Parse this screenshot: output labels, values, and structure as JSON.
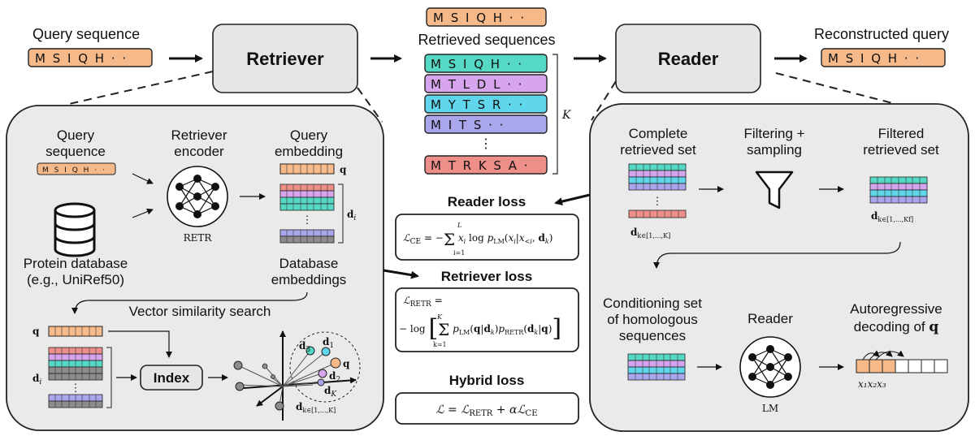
{
  "top": {
    "query_label": "Query sequence",
    "query_seq": "M S I Q H · ·",
    "retriever": "Retriever",
    "retrieved_label": "Retrieved sequences",
    "retrieved_top": "M S I Q H · ·",
    "retrieved_list": [
      "M S I Q H · ·",
      "M T L D L · ·",
      "M Y T S R · ·",
      "M I T S · ·",
      "⋮",
      "M T R K S A ·"
    ],
    "k_symbol": "K",
    "reader": "Reader",
    "recon_label": "Reconstructed query",
    "recon_seq": "M S I Q H · ·"
  },
  "left_panel": {
    "query_seq_label_1": "Query",
    "query_seq_label_2": "sequence",
    "mini_seq": "M S I Q H · ·",
    "encoder_label_1": "Retriever",
    "encoder_label_2": "encoder",
    "retr": "RETR",
    "embedding_label_1": "Query",
    "embedding_label_2": "embedding",
    "q": "q",
    "di": "d",
    "di_sub": "i",
    "db_label_1": "Protein database",
    "db_label_2": "(e.g., UniRef50)",
    "db_emb_1": "Database",
    "db_emb_2": "embeddings",
    "vss": "Vector similarity search",
    "index": "Index",
    "d1": "d",
    "d1_sub": "1",
    "d2": "d",
    "d2_sub": "2",
    "d3": "d",
    "d3_sub": "3",
    "dK": "d",
    "dK_sub": "K",
    "dk_range": "d",
    "dk_range_sub": "k∈[1,...,K]"
  },
  "losses": {
    "reader_title": "Reader loss",
    "reader_formula": "ℒCE = − Σi=1L xi log pLM(xi | x<i, dk)",
    "retriever_title": "Retriever loss",
    "retriever_formula_1": "ℒRETR =",
    "retriever_formula_2": "− log [ Σk=1K pLM(q|dk) pRETR(dk|q) ]",
    "hybrid_title": "Hybrid loss",
    "hybrid_formula": "ℒ = ℒRETR + αℒCE"
  },
  "right_panel": {
    "complete_1": "Complete",
    "complete_2": "retrieved set",
    "filter_1": "Filtering +",
    "filter_2": "sampling",
    "filtered_1": "Filtered",
    "filtered_2": "retrieved set",
    "dk_complete": "d",
    "dk_complete_sub": "k∈[1,...,K]",
    "dk_filtered": "d",
    "dk_filtered_sub": "k∈[1,...,Kf]",
    "cond_1": "Conditioning set",
    "cond_2": "of homologous",
    "cond_3": "sequences",
    "reader_label": "Reader",
    "lm": "LM",
    "auto_1": "Autoregressive",
    "auto_2": "decoding of",
    "auto_q": "q",
    "x123": "x₁x₂x₃"
  },
  "colors": {
    "orange": "#f6b98a",
    "teal": "#56d9c4",
    "purple": "#d7a4ee",
    "cyan": "#5fd6ec",
    "lavender": "#a9a6ec",
    "salmon": "#ee8e89",
    "gray": "#8c8c8c",
    "panel": "#eaeaea"
  }
}
